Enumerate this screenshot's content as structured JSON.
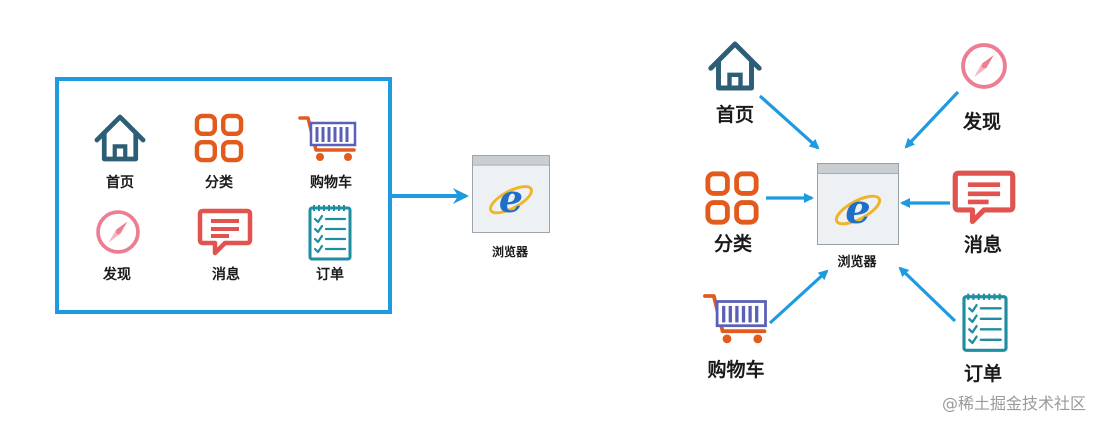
{
  "left_panel": {
    "items": [
      {
        "label": "首页",
        "icon": "home-icon"
      },
      {
        "label": "分类",
        "icon": "category-grid-icon"
      },
      {
        "label": "购物车",
        "icon": "shopping-cart-icon"
      },
      {
        "label": "发现",
        "icon": "compass-icon"
      },
      {
        "label": "消息",
        "icon": "message-icon"
      },
      {
        "label": "订单",
        "icon": "order-list-icon"
      }
    ],
    "browser_label": "浏览器",
    "border_color": "#1e9be0"
  },
  "right_diagram": {
    "items": [
      {
        "label": "首页",
        "icon": "home-icon"
      },
      {
        "label": "发现",
        "icon": "compass-icon"
      },
      {
        "label": "分类",
        "icon": "category-grid-icon"
      },
      {
        "label": "消息",
        "icon": "message-icon"
      },
      {
        "label": "购物车",
        "icon": "shopping-cart-icon"
      },
      {
        "label": "订单",
        "icon": "order-list-icon"
      }
    ],
    "browser_label": "浏览器",
    "arrow_color": "#1e9be0"
  },
  "colors": {
    "accent_blue": "#1e9be0",
    "home_teal": "#2c5f75",
    "grid_orange": "#e35a1d",
    "cart_purple": "#5a5fb8",
    "compass_pink": "#ec7d92",
    "message_red": "#e0534f",
    "order_teal": "#1e8ea0"
  },
  "watermark": "@稀土掘金技术社区"
}
